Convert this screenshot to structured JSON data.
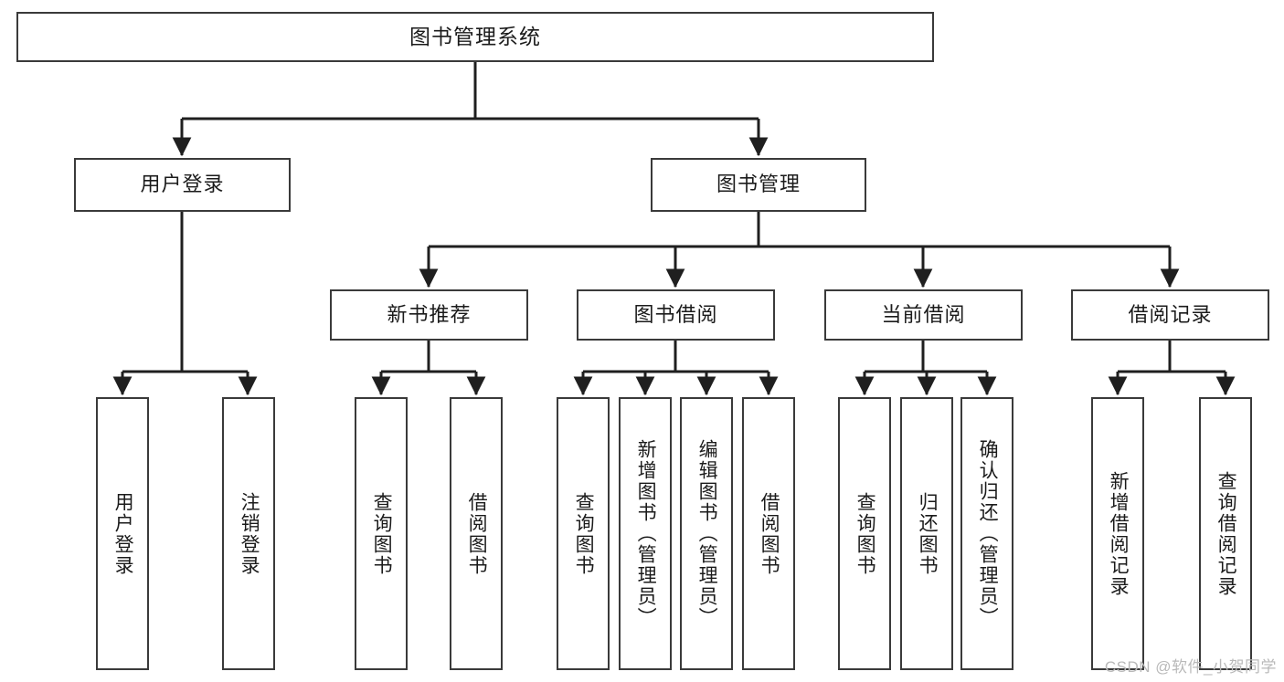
{
  "diagram": {
    "type": "tree-hierarchy-chart",
    "title": "图书管理系统",
    "watermark": "CSDN @软件_小贺同学",
    "colors": {
      "box_border": "#3a3a3a",
      "box_fill": "#ffffff",
      "connector": "#1f1f1f",
      "text": "#1b1b1b",
      "watermark": "#b9b9b9"
    },
    "nodes": {
      "root": {
        "label": "图书管理系统",
        "level": 1
      },
      "level2": [
        {
          "id": "user-login",
          "label": "用户登录"
        },
        {
          "id": "book-manage",
          "label": "图书管理"
        }
      ],
      "level3": [
        {
          "id": "new-book-recommend",
          "label": "新书推荐",
          "parent": "book-manage"
        },
        {
          "id": "book-borrow",
          "label": "图书借阅",
          "parent": "book-manage"
        },
        {
          "id": "current-borrow",
          "label": "当前借阅",
          "parent": "book-manage"
        },
        {
          "id": "borrow-record",
          "label": "借阅记录",
          "parent": "book-manage"
        }
      ],
      "leaves": [
        {
          "id": "leaf-user-login",
          "label": "用户登录",
          "parent": "user-login"
        },
        {
          "id": "leaf-logout-login",
          "label": "注销登录",
          "parent": "user-login"
        },
        {
          "id": "leaf-query-book-1",
          "label": "查询图书",
          "parent": "new-book-recommend"
        },
        {
          "id": "leaf-borrow-book-1",
          "label": "借阅图书",
          "parent": "new-book-recommend"
        },
        {
          "id": "leaf-query-book-2",
          "label": "查询图书",
          "parent": "book-borrow"
        },
        {
          "id": "leaf-add-book",
          "label": "新增图书（管理员）",
          "parent": "book-borrow"
        },
        {
          "id": "leaf-edit-book",
          "label": "编辑图书（管理员）",
          "parent": "book-borrow"
        },
        {
          "id": "leaf-borrow-book-2",
          "label": "借阅图书",
          "parent": "book-borrow"
        },
        {
          "id": "leaf-query-book-3",
          "label": "查询图书",
          "parent": "current-borrow"
        },
        {
          "id": "leaf-return-book",
          "label": "归还图书",
          "parent": "current-borrow"
        },
        {
          "id": "leaf-confirm-return",
          "label": "确认归还（管理员）",
          "parent": "current-borrow"
        },
        {
          "id": "leaf-add-record",
          "label": "新增借阅记录",
          "parent": "borrow-record"
        },
        {
          "id": "leaf-query-record",
          "label": "查询借阅记录",
          "parent": "borrow-record"
        }
      ]
    }
  }
}
